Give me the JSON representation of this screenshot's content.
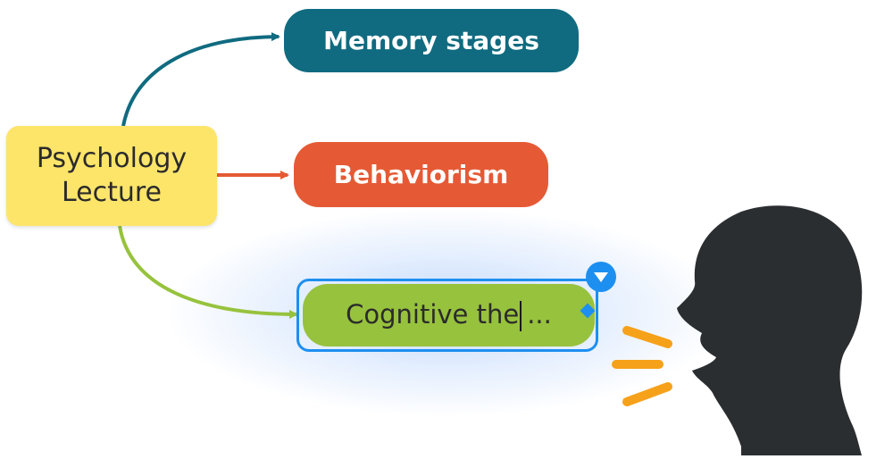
{
  "root": {
    "label": "Psychology\nLecture"
  },
  "nodes": [
    {
      "label": "Memory stages",
      "color": "#106b80"
    },
    {
      "label": "Behaviorism",
      "color": "#e55a35"
    },
    {
      "label_before_caret": "Cognitive the",
      "label_after_caret": "...",
      "color": "#97c23d",
      "selected": true,
      "editing": true
    }
  ],
  "icons": {
    "dropdown": "triangle-down-icon",
    "speaker": "speaking-head-icon"
  },
  "colors": {
    "root": "#fde56a",
    "selection": "#1d8ff0",
    "speaker_head": "#2b2e31",
    "sound_waves": "#f6a11a"
  }
}
